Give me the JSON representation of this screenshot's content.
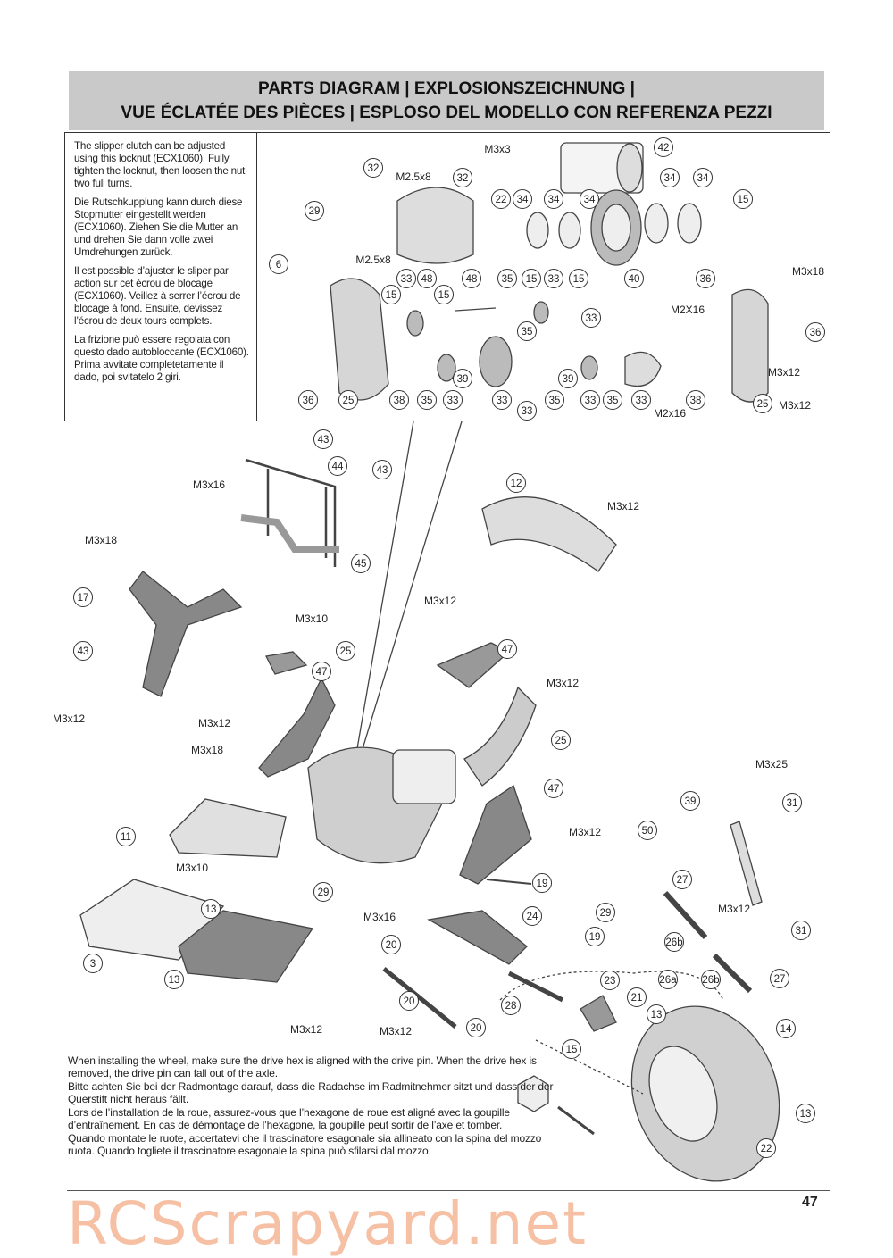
{
  "header": {
    "line1": "PARTS DIAGRAM | EXPLOSIONSZEICHNUNG |",
    "line2": "VUE ÉCLATÉE DES PIÈCES | ESPLOSO DEL MODELLO CON REFERENZA PEZZI"
  },
  "slipper_note": [
    "The slipper clutch can be adjusted using this locknut (ECX1060). Fully tighten the locknut, then loosen the nut two full turns.",
    "Die Rutschkupplung kann durch diese Stopmutter eingestellt werden (ECX1060). Ziehen Sie die Mutter an und drehen Sie dann volle zwei Umdrehungen zurück.",
    "Il est possible d’ajuster le sliper par action sur cet écrou de blocage (ECX1060). Veillez à serrer l’écrou de blocage à fond. Ensuite, devissez l’écrou de deux tours complets.",
    "La frizione può essere regolata con questo dado autobloccante (ECX1060). Prima avvitate complete­tamente il dado, poi svitatelo 2 giri."
  ],
  "wheel_note": [
    "When installing the wheel, make sure the drive hex is aligned with the drive pin. When the drive hex is removed, the drive pin can fall out of the axle.",
    "Bitte achten Sie bei der Radmontage darauf, dass die Radachse im Radmitnehmer sitzt und dass der der Querstift nicht heraus fällt.",
    "Lors de l’installation de la roue, assurez-vous que l’hexagone de roue est aligné avec la goupille d’entraînement. En cas de démontage de l’hexagone, la goupille peut sortir de l’axe et tomber.",
    "Quando montate le ruote, accertatevi che il trascinatore esagonale sia allineato con la spina del mozzo ruota. Quando togliete il trascinatore esagonale la spina può sfilarsi dal mozzo."
  ],
  "callouts": [
    "42",
    "32",
    "32",
    "29",
    "22",
    "34",
    "34",
    "34",
    "34",
    "34",
    "15",
    "6",
    "33",
    "48",
    "48",
    "35",
    "15",
    "33",
    "15",
    "40",
    "36",
    "15",
    "15",
    "33",
    "35",
    "36",
    "39",
    "39",
    "36",
    "25",
    "38",
    "35",
    "33",
    "33",
    "33",
    "35",
    "33",
    "35",
    "33",
    "38",
    "25",
    "43",
    "44",
    "43",
    "45",
    "17",
    "25",
    "43",
    "47",
    "11",
    "13",
    "29",
    "3",
    "13",
    "12",
    "47",
    "25",
    "47",
    "39",
    "31",
    "50",
    "27",
    "19",
    "24",
    "29",
    "19",
    "31",
    "20",
    "26b",
    "26a",
    "26b",
    "27",
    "23",
    "20",
    "28",
    "21",
    "13",
    "20",
    "14",
    "15",
    "13",
    "22"
  ],
  "hardware_labels": [
    "M3x3",
    "M2.5x8",
    "M2.5x8",
    "M3x18",
    "M2X16",
    "M3x12",
    "M3x12",
    "M2x16",
    "M3x16",
    "M3x18",
    "M3x10",
    "M3x12",
    "M3x12",
    "M3x18",
    "M3x10",
    "M3x12",
    "M3x12",
    "M3x12",
    "M3x12",
    "M3x25",
    "M3x12",
    "M3x16",
    "M3x12",
    "M3x12"
  ],
  "page_number": "47",
  "watermark": "RCScrapyard.net",
  "colors": {
    "header_bg": "#c9c9c9",
    "watermark": "#ee8c5a"
  }
}
